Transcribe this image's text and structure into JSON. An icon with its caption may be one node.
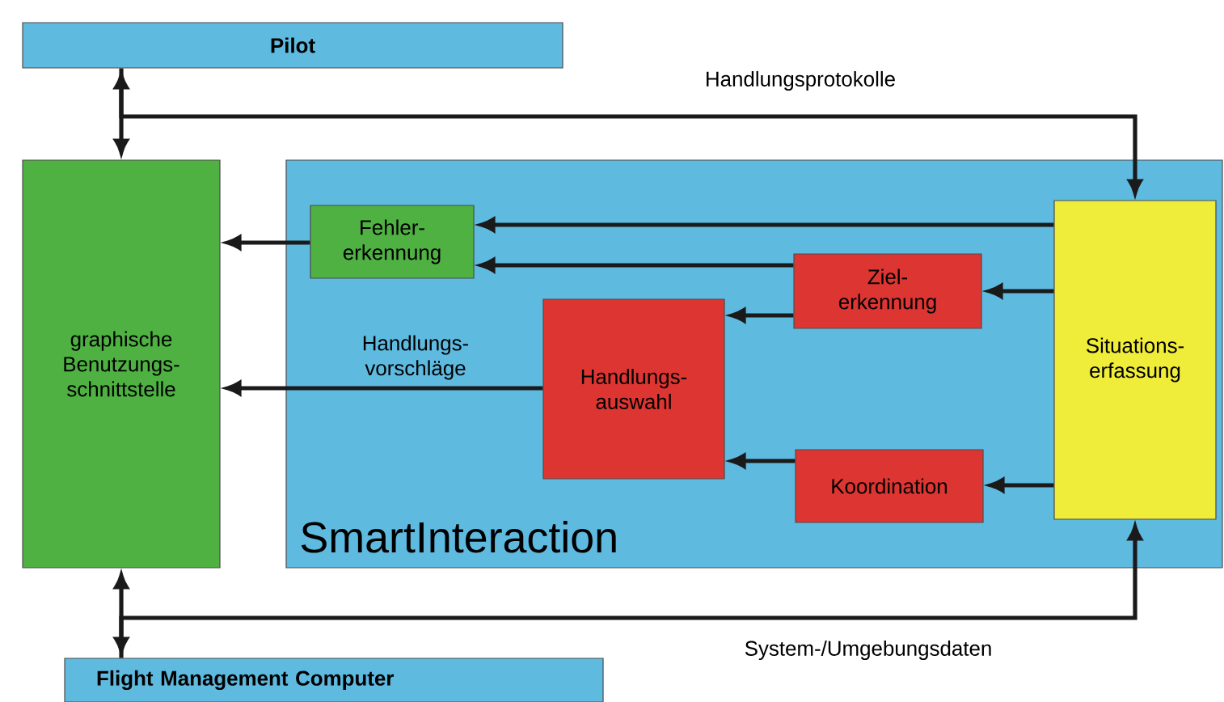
{
  "diagram": {
    "nodes": [
      {
        "text": [
          "Pilot"
        ]
      },
      {
        "text": [
          "graphische Benutzungs- schnittstelle"
        ]
      },
      {
        "text": [
          "SmartInteraction"
        ]
      },
      {
        "text": [
          "Fehler- erkennung"
        ],
        "in": 2
      },
      {
        "text": [
          "Ziel- erkennung"
        ],
        "in": 2
      },
      {
        "text": [
          "Handlungs- auswahl"
        ],
        "in": 2
      },
      {
        "text": [
          "Koordination"
        ],
        "in": 2
      },
      {
        "text": [
          "Situations- erfassung"
        ],
        "in": 2
      },
      {
        "text": [
          "Flight Management Computer"
        ]
      }
    ],
    "edges": [
      {
        "from": 0,
        "to": 1,
        "arrow": "both"
      },
      {
        "from": 0,
        "to": 7,
        "arrow": "to",
        "label": "Handlungsprotokolle"
      },
      {
        "from": 8,
        "to": 1,
        "arrow": "both"
      },
      {
        "from": 8,
        "to": 7,
        "arrow": "to",
        "label": "System-/Umgebungsdaten"
      },
      {
        "from": 7,
        "to": 3,
        "arrow": "to"
      },
      {
        "from": 4,
        "to": 3,
        "arrow": "to"
      },
      {
        "from": 7,
        "to": 4,
        "arrow": "to"
      },
      {
        "from": 4,
        "to": 5,
        "arrow": "to"
      },
      {
        "from": 7,
        "to": 6,
        "arrow": "to"
      },
      {
        "from": 6,
        "to": 5,
        "arrow": "to"
      },
      {
        "from": 5,
        "to": 1,
        "arrow": "to",
        "label": "Handlungs- vorschläge"
      },
      {
        "from": 3,
        "to": 1,
        "arrow": "to"
      }
    ]
  }
}
